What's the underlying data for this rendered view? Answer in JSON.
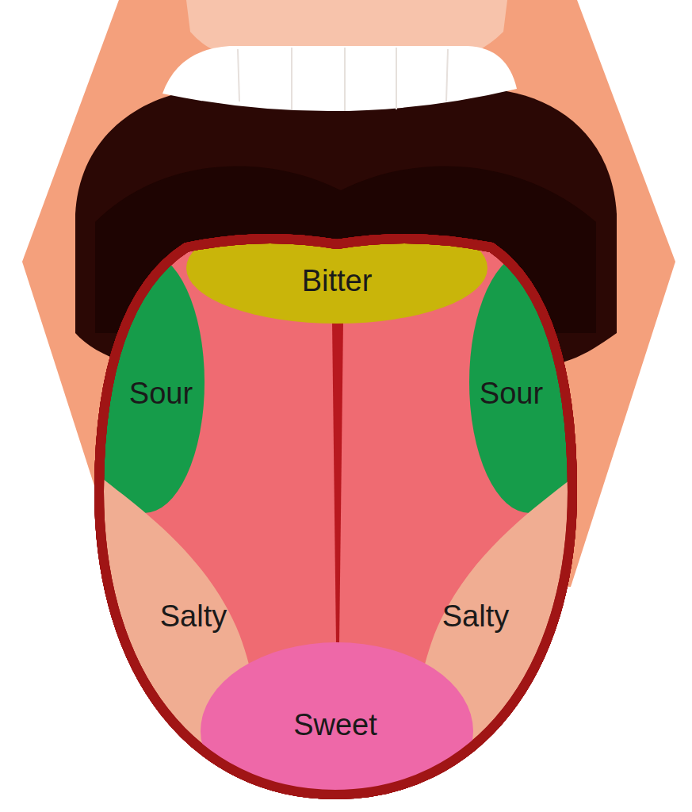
{
  "diagram": {
    "nodes": [
      {
        "text": [
          "Bitter"
        ]
      },
      {
        "text": [
          "Sour"
        ]
      },
      {
        "text": [
          "Sour"
        ]
      },
      {
        "text": [
          "Salty"
        ]
      },
      {
        "text": [
          "Salty"
        ]
      },
      {
        "text": [
          "Sweet"
        ]
      }
    ]
  }
}
